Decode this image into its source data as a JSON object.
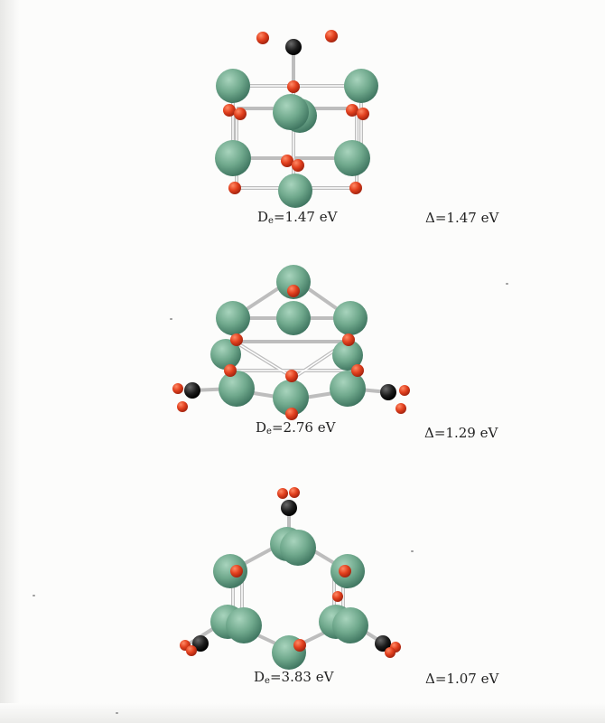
{
  "structures": [
    {
      "de_label": "D",
      "de_sub": "e",
      "de_value": "=1.47 eV",
      "delta_label": "Δ=1.47 eV"
    },
    {
      "de_label": "D",
      "de_sub": "e",
      "de_value": "=2.76 eV",
      "delta_label": "Δ=1.29 eV"
    },
    {
      "de_label": "D",
      "de_sub": "e",
      "de_value": "=3.83 eV",
      "delta_label": "Δ=1.07 eV"
    }
  ],
  "colors": {
    "metal_atom": "#6fa88c",
    "oxygen_atom": "#e2401e",
    "carbon_atom": "#1c1c1c",
    "bond": "#bfbfbf"
  },
  "icons": [
    "green-metal-atom-icon",
    "red-oxygen-atom-icon",
    "black-carbon-atom-icon"
  ]
}
